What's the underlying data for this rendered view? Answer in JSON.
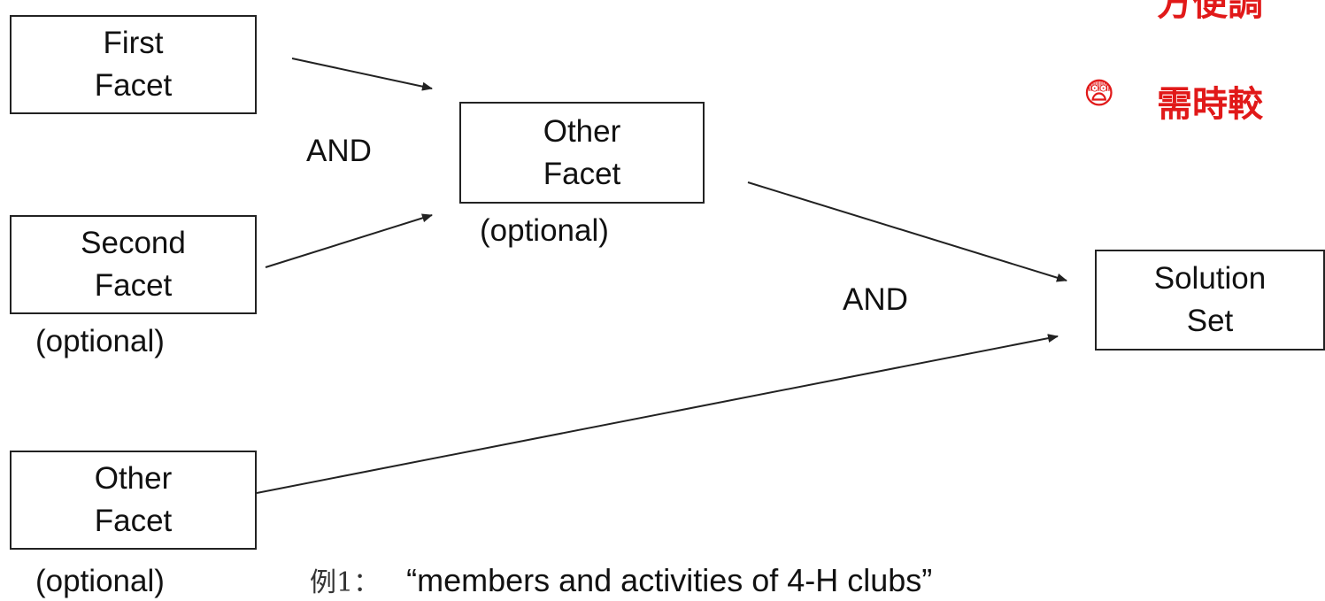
{
  "boxes": {
    "first": {
      "line1": "First",
      "line2": "Facet"
    },
    "second": {
      "line1": "Second",
      "line2": "Facet",
      "note": "(optional)"
    },
    "other_bottom": {
      "line1": "Other",
      "line2": "Facet",
      "note": "(optional)"
    },
    "other_mid": {
      "line1": "Other",
      "line2": "Facet",
      "note": "(optional)"
    },
    "solution": {
      "line1": "Solution",
      "line2": "Set"
    }
  },
  "operators": {
    "and_left": "AND",
    "and_right": "AND"
  },
  "example": {
    "prefix": "例1：",
    "text": "“members and activities of 4-H clubs”"
  },
  "side_text": {
    "line1": "方便調",
    "line2": "需時較"
  },
  "emoji": "😨",
  "colors": {
    "accent": "#e11919",
    "line": "#222222"
  }
}
